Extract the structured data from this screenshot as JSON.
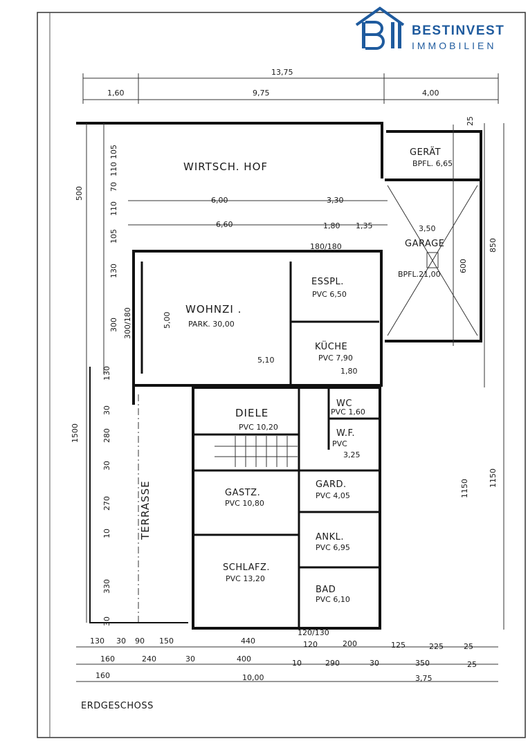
{
  "logo": {
    "line1": "BESTINVEST",
    "line2": "IMMOBILIEN",
    "color": "#1f5b9e",
    "icon": "house-bi-logo-icon"
  },
  "plan": {
    "floor_label": "ERDGESCHOSS",
    "rooms": {
      "hof": "WIRTSCH. HOF",
      "geraet": "GERÄT",
      "geraet_floor": "BPFL. 6,65",
      "garage": "GARAGE",
      "garage_floor": "BPFL.21,00",
      "esspl": "ESSPL.",
      "esspl_floor": "PVC 6,50",
      "wohnzi": "WOHNZI .",
      "wohnzi_floor": "PARK. 30,00",
      "kueche": "KÜCHE",
      "kueche_floor": "PVC 7,90",
      "diele": "DIELE",
      "diele_floor": "PVC 10,20",
      "wc": "WC",
      "wc_floor": "PVC 1,60",
      "wf": "W.F.",
      "wf_floor": "PVC",
      "wf_area": "3,25",
      "gastz": "GASTZ.",
      "gastz_floor": "PVC 10,80",
      "gard": "GARD.",
      "gard_floor": "PVC 4,05",
      "ankl": "ANKL.",
      "ankl_floor": "PVC 6,95",
      "schlafz": "SCHLAFZ.",
      "schlafz_floor": "PVC 13,20",
      "bad": "BAD",
      "bad_floor": "PVC 6,10",
      "terrasse": "TERRASSE"
    },
    "dims_top": {
      "total": "13,75",
      "a": "1,60",
      "b": "9,75",
      "c": "4,00",
      "d": "6,00",
      "e": "3,30",
      "f": "6,60",
      "g": "1,80",
      "h": "1,35",
      "i": "3,50",
      "j": "180/180",
      "k": "5,10",
      "l": "1,80",
      "m": "5,00",
      "n": "300/180"
    },
    "dims_bottom": {
      "r1": [
        "130",
        "30",
        "90",
        "150",
        "440",
        "120/130",
        "120",
        "200",
        "125",
        "225",
        "25"
      ],
      "r2": [
        "160",
        "240",
        "30",
        "400",
        "10",
        "290",
        "30",
        "350",
        "25"
      ],
      "r3": [
        "160",
        "10,00",
        "3,75"
      ]
    },
    "dims_left": [
      "105",
      "110",
      "70",
      "110",
      "105",
      "500",
      "130",
      "300",
      "1500",
      "130",
      "30",
      "280",
      "30",
      "270",
      "10",
      "330",
      "30"
    ],
    "dims_right": [
      "25",
      "850",
      "1150",
      "600",
      "1150"
    ]
  }
}
